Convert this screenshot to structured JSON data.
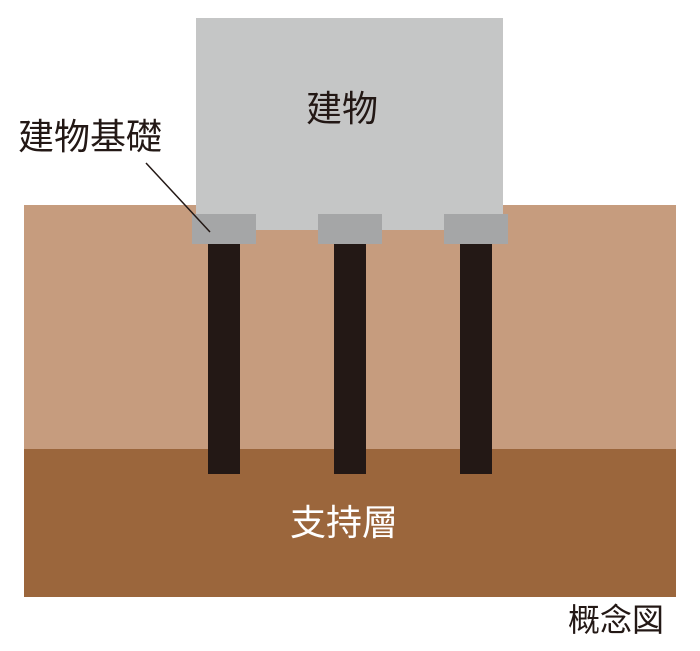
{
  "labels": {
    "building": "建物",
    "foundation": "建物基礎",
    "bearing_layer": "支持層",
    "caption": "概念図"
  },
  "colors": {
    "building": "#c5c6c6",
    "footing": "#a5a6a7",
    "pile": "#231815",
    "upper_soil": "#c69c7e",
    "bearing_layer": "#9b663c"
  }
}
